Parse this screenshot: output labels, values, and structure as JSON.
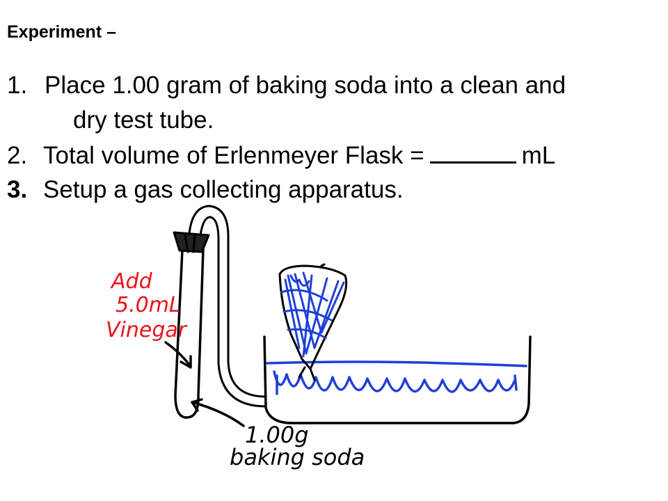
{
  "slide": {
    "heading": "Experiment –",
    "steps": [
      {
        "number": "1.",
        "text": "Place 1.00 gram of baking soda into a clean and",
        "continuation": "dry test tube."
      },
      {
        "number": "2.",
        "text_before_blank": "Total volume of Erlenmeyer Flask =",
        "text_after_blank": "mL"
      },
      {
        "number": "3.",
        "text": "Setup a gas collecting apparatus."
      }
    ]
  },
  "drawing": {
    "annotation_red": [
      "Add",
      "5.0mL",
      "Vinegar"
    ],
    "annotation_black": [
      "1.00g",
      "baking soda"
    ],
    "colors": {
      "ink": "#000000",
      "annotation": "#e8141b",
      "water": "#1e3fd8"
    }
  }
}
